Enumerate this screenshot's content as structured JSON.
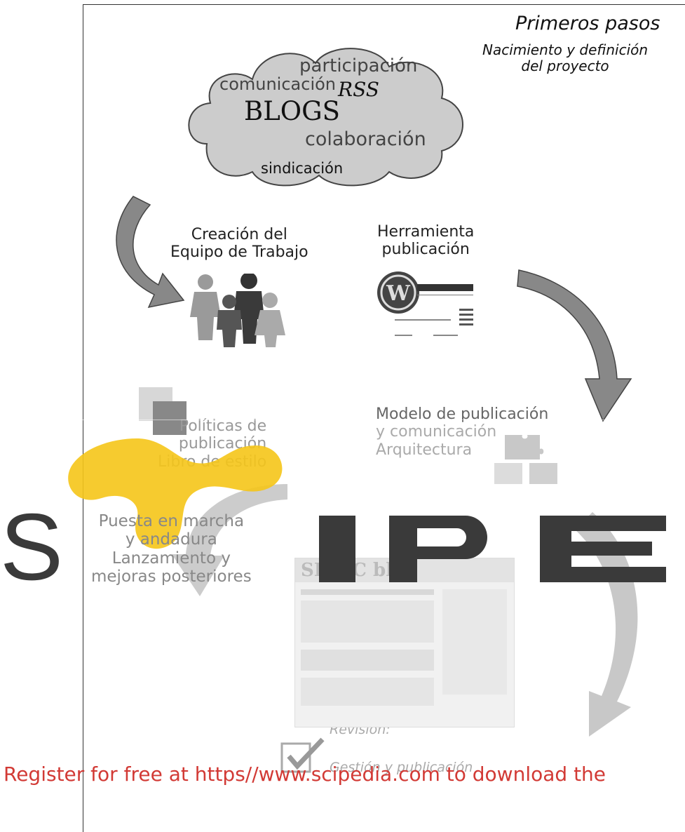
{
  "title": "Primeros pasos",
  "subtitle_lines": [
    "Nacimiento y definición",
    "del proyecto"
  ],
  "cloud_words": {
    "participacion": "participación",
    "comunicacion": "comunicación",
    "rss": "RSS",
    "blogs": "BLOGS",
    "colaboracion": "colaboración",
    "sindicacion": "sindicación"
  },
  "equipo_lines": [
    "Creación del",
    "Equipo de Trabajo"
  ],
  "herramienta_lines": [
    "Herramienta",
    "publicación"
  ],
  "politicas_lines": [
    "Políticas de",
    "publicación",
    "Libro de estilo"
  ],
  "modelo_lines": [
    "Modelo de publicación",
    "y comunicación",
    "Arquitectura"
  ],
  "blog_header": "SEDIC blog",
  "puesta_lines": [
    "Puesta  en marcha",
    "y andadura",
    "Lanzamiento y",
    "mejoras posteriores"
  ],
  "revision_lines": [
    "Revisión:",
    "Gestión y publicación"
  ],
  "watermark": {
    "text": "Register for free at https//www.scipedia.com to download the",
    "logo_letters": [
      "S",
      "I",
      "P",
      "E"
    ],
    "logo_color": "#f5c518",
    "letter_color": "#3a3a3a",
    "text_color": "#d23a35"
  },
  "icons": {
    "cloud": "cloud-shape",
    "people": "people-group-icon",
    "wordpress": "wordpress-logo-icon",
    "squares": "layered-squares-icon",
    "puzzle": "puzzle-icon",
    "checkbox": "checkbox-icon"
  }
}
